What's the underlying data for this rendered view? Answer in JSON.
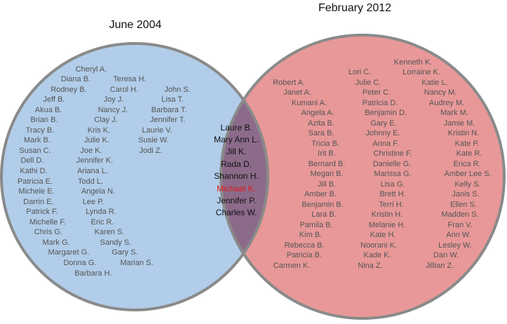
{
  "colors": {
    "left_fill": "#b1cde9",
    "right_fill": "#e89898",
    "overlap_fill": "#8c6b8a",
    "outline": "#8a8a8a",
    "highlight_text": "#e01818"
  },
  "sets": {
    "left": {
      "title": "June 2004",
      "names": [
        "Cheryl A.",
        "Diana B.",
        "Teresa H.",
        "Rodney B.",
        "Carol H.",
        "John S.",
        "Jeff B.",
        "Joy J.",
        "Lisa T.",
        "Akua B.",
        "Nancy J.",
        "Barbara T.",
        "Brian B.",
        "Clay J.",
        "Jennifer T.",
        "Tracy B.",
        "Kris K.",
        "Laurie V.",
        "Mark B.",
        "Julie K.",
        "Susie W.",
        "Susan C.",
        "Joe K.",
        "Jodi Z.",
        "Dell D.",
        "Jennifer K.",
        "Kathi D.",
        "Ariana L.",
        "Patricia E.",
        "Todd L.",
        "Michele E.",
        "Angela N.",
        "Darrin E.",
        "Lee P.",
        "Patrick F.",
        "Lynda R.",
        "Michelle F.",
        "Eric R.",
        "Chris G.",
        "Karen S.",
        "Mark G.",
        "Sandy S.",
        "Margaret G.",
        "Gary S.",
        "Donna G.",
        "Marian S.",
        "Barbara H."
      ]
    },
    "right": {
      "title": "February 2012",
      "names": [
        "Kenneth K.",
        "Lori C.",
        "Lorraine K.",
        "Robert A.",
        "Julie C.",
        "Katie L.",
        "Janet A.",
        "Peter C.",
        "Nancy M.",
        "Kumani A.",
        "Patricia D.",
        "Audrey M.",
        "Angela A.",
        "Benjamin D.",
        "Mark M.",
        "Azita B.",
        "Gary E.",
        "Jamie M.",
        "Sara B.",
        "Johnny E.",
        "Kristin N.",
        "Tricia B.",
        "Anna F.",
        "Kate P.",
        "Irit B.",
        "Christine F.",
        "Kate R.",
        "Bernard B.",
        "Danielle G.",
        "Erica R.",
        "Megan B.",
        "Marissa G.",
        "Amber Lee S.",
        "Jill B.",
        "Lisa G.",
        "Kelly S.",
        "Amber B.",
        "Brett H.",
        "Janis S.",
        "Benjamin B.",
        "Terri H.",
        "Ellen S.",
        "Lara B.",
        "Kristin H.",
        "Madden S.",
        "Pamila B.",
        "Melanie H.",
        "Fran V.",
        "Kim B.",
        "Kate H.",
        "Ann W.",
        "Rebecca B.",
        "Noorani K.",
        "Lesley W.",
        "Patricia B.",
        "Kade K.",
        "Dan W.",
        "Carmen K.",
        "Nina Z.",
        "Jillian Z."
      ]
    },
    "both": {
      "names": [
        "Laure B.",
        "Mary Ann L.",
        "Jill K.",
        "Rada D.",
        "Shannon H.",
        "Michael K.",
        "Jennifer P.",
        "Charles W."
      ],
      "highlighted": "Michael K."
    }
  }
}
